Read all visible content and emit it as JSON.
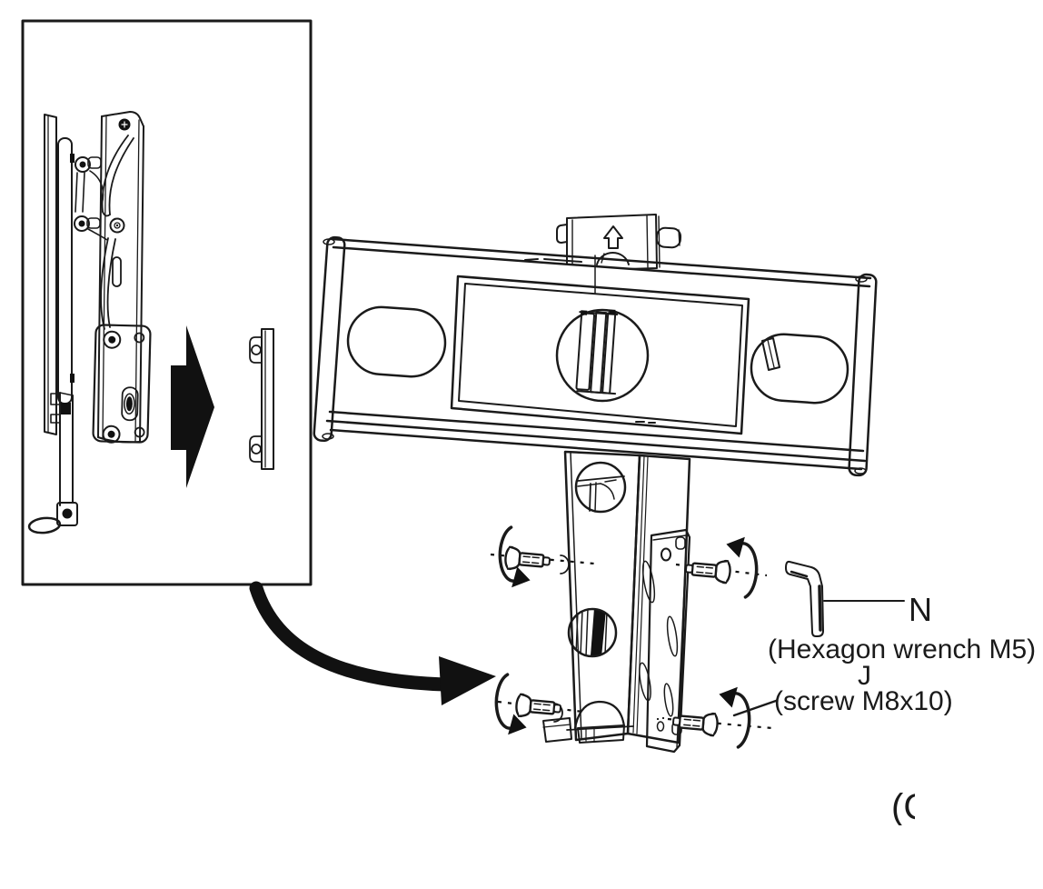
{
  "document": {
    "kind": "assembly instruction diagram",
    "background": "#ffffff",
    "ink_color": "#1a1a1a",
    "arrow_fill": "#111111"
  },
  "inset": {
    "content": "bracket side view with adapter plate",
    "transfer_arrow_icon": "right-arrow-icon"
  },
  "main": {
    "content": "wall plate, support column and mounting bracket",
    "direction_arrow_icon": "up-arrow-icon",
    "rotate_arrow_icon": "curved-arrow-icon",
    "screw_rotation_icon": "rotation-arrow-icon"
  },
  "tool": {
    "icon": "hexagon-wrench-icon"
  },
  "callouts": {
    "n": {
      "label": "N",
      "description": "(Hexagon wrench M5)"
    },
    "j": {
      "label": "J",
      "description": "(screw M8x10)"
    },
    "partial_text": "(C"
  }
}
